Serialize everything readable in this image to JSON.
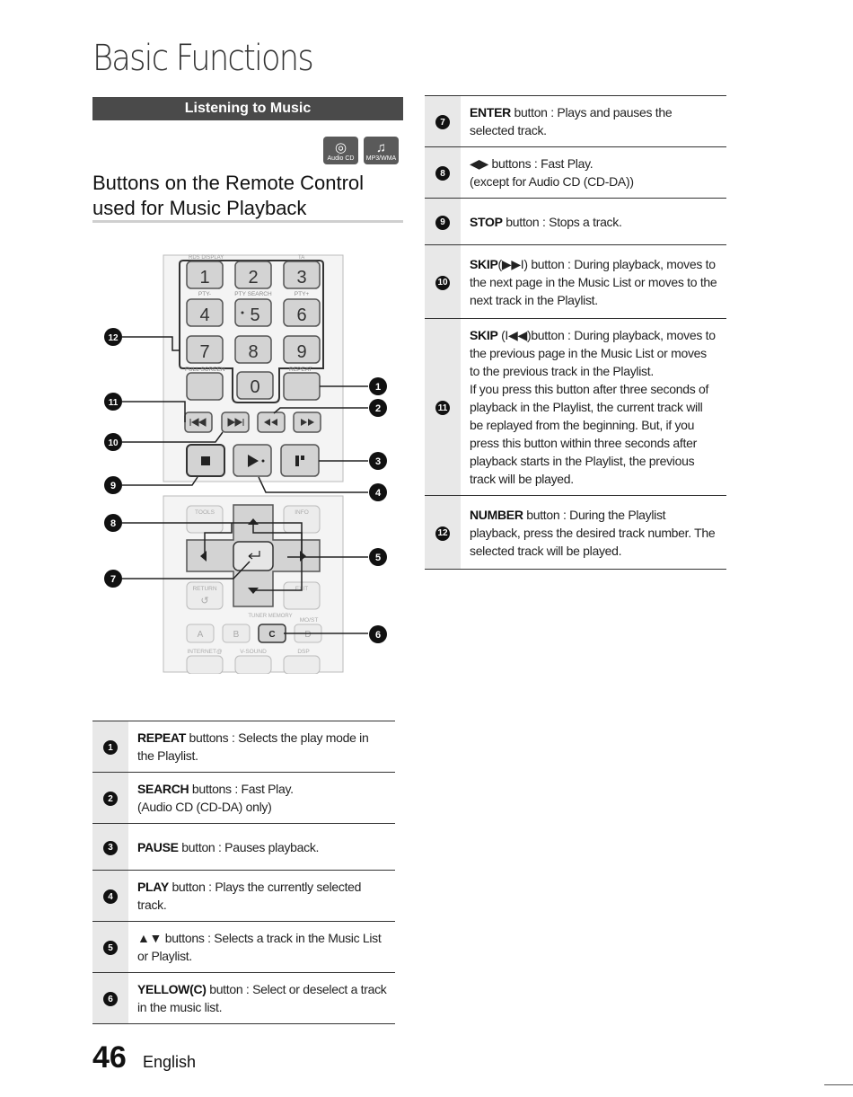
{
  "page": {
    "title": "Basic Functions",
    "section": "Listening to Music",
    "heading": "Buttons on the Remote Control used for Music Playback",
    "page_number": "46",
    "language": "English"
  },
  "media_icons": [
    {
      "icon": "disc-icon",
      "label": "Audio CD"
    },
    {
      "icon": "music-note-icon",
      "label": "MP3/WMA"
    }
  ],
  "remote": {
    "top_labels": [
      "RDS DISPLAY",
      "TA"
    ],
    "digits": [
      "1",
      "2",
      "3",
      "4",
      "5",
      "6",
      "7",
      "8",
      "9",
      "0"
    ],
    "row_labels": [
      "PTY-",
      "PTY SEARCH",
      "PTY+"
    ],
    "full_screen": "FULL SCREEN",
    "repeat": "REPEAT",
    "tools": "TOOLS",
    "info": "INFO",
    "return": "RETURN",
    "exit": "EXIT",
    "tuner_memory": "TUNER MEMORY",
    "mo_st": "MO/ST",
    "color_buttons": [
      "A",
      "B",
      "C",
      "D"
    ],
    "internet": "INTERNET@",
    "vsound": "V-SOUND",
    "dsp": "DSP",
    "callouts": [
      "1",
      "2",
      "3",
      "4",
      "5",
      "6",
      "7",
      "8",
      "9",
      "10",
      "11",
      "12"
    ]
  },
  "items": [
    {
      "n": "1",
      "kw": "REPEAT",
      "text": " buttons : Selects the play mode in the Playlist."
    },
    {
      "n": "2",
      "kw": "SEARCH",
      "text": " buttons : Fast Play.\n(Audio CD (CD-DA) only)"
    },
    {
      "n": "3",
      "kw": "PAUSE",
      "text": " button : Pauses playback."
    },
    {
      "n": "4",
      "kw": "PLAY",
      "text": " button : Plays the currently selected track."
    },
    {
      "n": "5",
      "kw": "",
      "text": "▲▼ buttons : Selects a track in the Music List or Playlist."
    },
    {
      "n": "6",
      "kw": "YELLOW(C)",
      "text": " button : Select or deselect a track in the music list."
    },
    {
      "n": "7",
      "kw": "ENTER",
      "text": " button : Plays and pauses the selected track."
    },
    {
      "n": "8",
      "kw": "",
      "text": "◀▶ buttons : Fast Play.\n(except for Audio CD (CD-DA))"
    },
    {
      "n": "9",
      "kw": "STOP",
      "text": " button : Stops a track."
    },
    {
      "n": "10",
      "kw": "SKIP",
      "text": "(▶▶I) button : During playback, moves to the next page in the Music List or moves to the next track in the Playlist."
    },
    {
      "n": "11",
      "kw": "SKIP",
      "text": " (I◀◀)button : During playback, moves to the previous page in the Music List or moves to the previous track in the Playlist.\nIf you press this button after three seconds of playback in the Playlist, the current track will be replayed from the beginning. But, if you press this button within three seconds after playback starts in the Playlist, the previous track will be played."
    },
    {
      "n": "12",
      "kw": "NUMBER",
      "text": " button : During the Playlist playback, press the desired track number. The selected track will be played."
    }
  ]
}
